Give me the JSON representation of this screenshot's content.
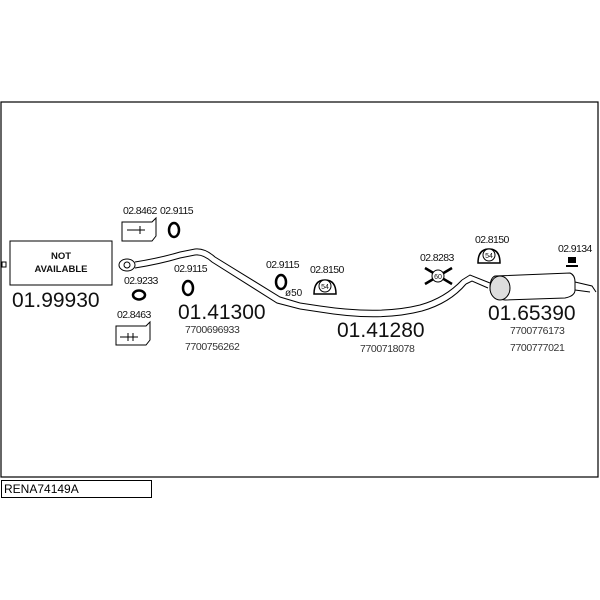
{
  "not_available": {
    "line1": "NOT",
    "line2": "AVAILABLE"
  },
  "parts": [
    {
      "number": "01.99930",
      "oem": []
    },
    {
      "number": "01.41300",
      "oem": [
        "7700696933",
        "7700756262"
      ]
    },
    {
      "number": "01.41280",
      "oem": [
        "7700718078"
      ]
    },
    {
      "number": "01.65390",
      "oem": [
        "7700776173",
        "7700777021"
      ]
    }
  ],
  "accessories": {
    "a1": "02.8462",
    "a2": "02.9115",
    "a3": "02.9233",
    "a4": "02.8463",
    "a5": "02.9115",
    "a6": "02.9115",
    "a7": "02.8150",
    "a8": "02.8283",
    "a9": "02.8150",
    "a10": "02.9134"
  },
  "clamp_sizes": {
    "c1": "54",
    "c2": "60",
    "c3": "54"
  },
  "diameter_label": "ø50",
  "reference": "RENA74149A"
}
